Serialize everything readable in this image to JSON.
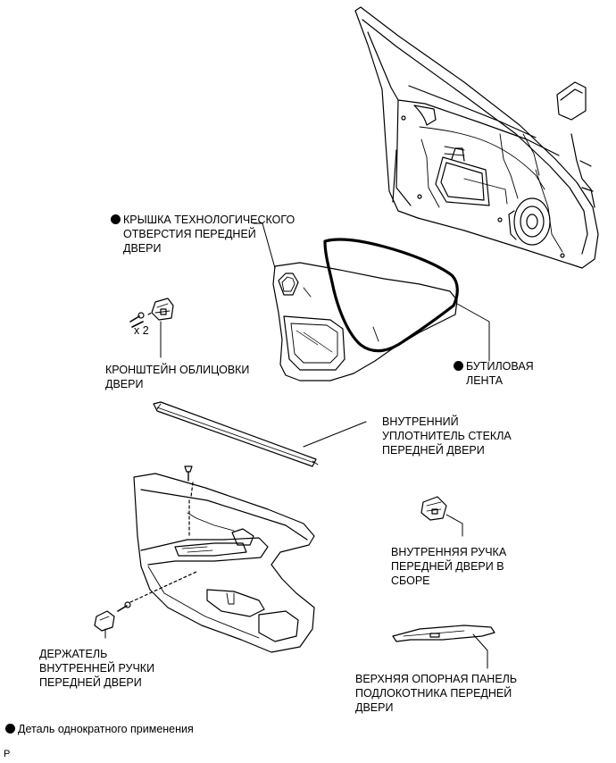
{
  "labels": {
    "hole_cover": {
      "line1": "КРЫШКА ТЕХНОЛОГИЧЕСКОГО",
      "line2": "ОТВЕРСТИЯ ПЕРЕДНЕЙ",
      "line3": "ДВЕРИ",
      "one_time_use": true
    },
    "bracket": {
      "line1": "КРОНШТЕЙН ОБЛИЦОВКИ",
      "line2": "ДВЕРИ"
    },
    "qty": "x 2",
    "butyl_tape": {
      "line1": "БУТИЛОВАЯ",
      "line2": "ЛЕНТА",
      "one_time_use": true
    },
    "inner_weatherstrip": {
      "line1": "ВНУТРЕННИЙ",
      "line2": "УПЛОТНИТЕЛЬ СТЕКЛА",
      "line3": "ПЕРЕДНЕЙ ДВЕРИ"
    },
    "inner_handle": {
      "line1": "ВНУТРЕННЯЯ РУЧКА",
      "line2": "ПЕРЕДНЕЙ ДВЕРИ В",
      "line3": "СБОРЕ"
    },
    "handle_bezel": {
      "line1": "ДЕРЖАТЕЛЬ",
      "line2": "ВНУТРЕННЕЙ РУЧКИ",
      "line3": "ПЕРЕДНЕЙ ДВЕРИ"
    },
    "armrest_panel": {
      "line1": "ВЕРХНЯЯ ОПОРНАЯ ПАНЕЛЬ",
      "line2": "ПОДЛОКОТНИКА ПЕРЕДНЕЙ",
      "line3": "ДВЕРИ"
    }
  },
  "legend": {
    "text": "Деталь однократного применения"
  },
  "corner_mark": "P"
}
